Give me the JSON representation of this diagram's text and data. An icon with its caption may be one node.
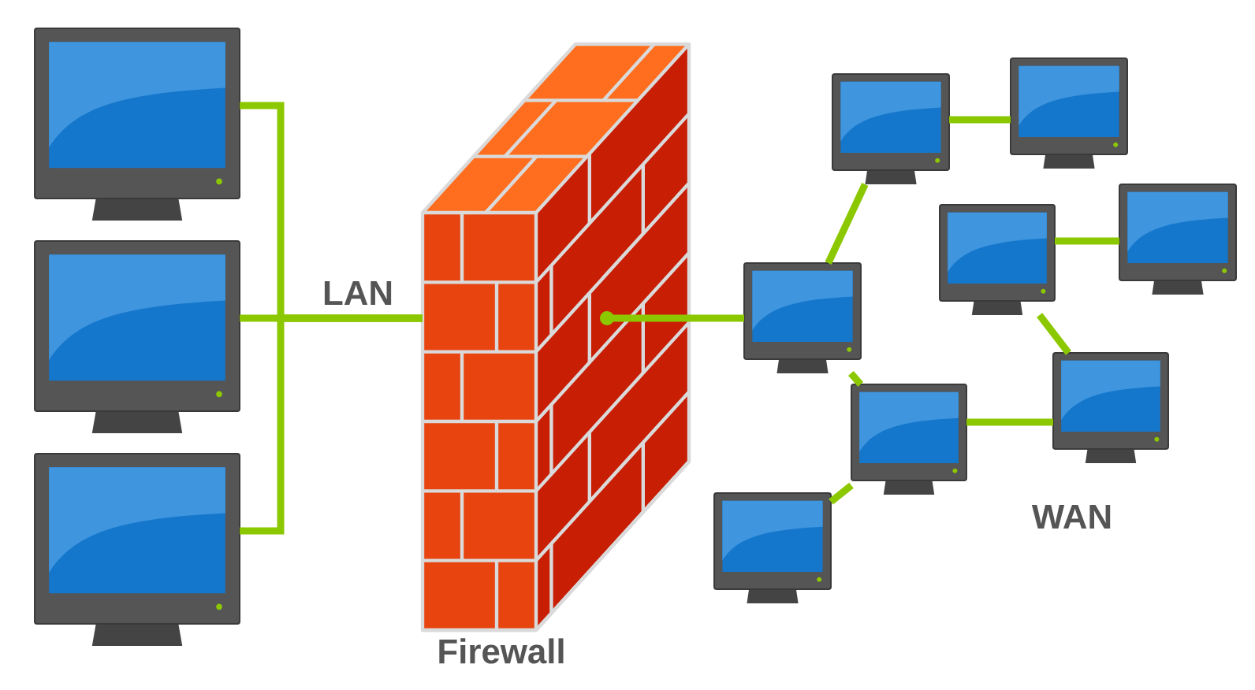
{
  "diagram": {
    "nodes": [
      {
        "text": [],
        "shape": "monitor"
      },
      {
        "text": [],
        "shape": "monitor"
      },
      {
        "text": [],
        "shape": "monitor"
      },
      {
        "text": [
          "Firewall"
        ]
      },
      {
        "text": [],
        "shape": "monitor"
      },
      {
        "text": [],
        "shape": "monitor"
      },
      {
        "text": [],
        "shape": "monitor"
      },
      {
        "text": [],
        "shape": "monitor"
      },
      {
        "text": [],
        "shape": "monitor"
      },
      {
        "text": [],
        "shape": "monitor"
      },
      {
        "text": [],
        "shape": "monitor"
      },
      {
        "text": [],
        "shape": "monitor"
      }
    ],
    "edges": [
      {
        "from": 0,
        "to": 3,
        "arrow": "none"
      },
      {
        "from": 1,
        "to": 3,
        "arrow": "none"
      },
      {
        "from": 2,
        "to": 3,
        "arrow": "none"
      },
      {
        "from": 3,
        "to": 4,
        "arrow": "other"
      },
      {
        "from": 4,
        "to": 5,
        "arrow": "none"
      },
      {
        "from": 5,
        "to": 6,
        "arrow": "none"
      },
      {
        "from": 4,
        "to": 10,
        "arrow": "none"
      },
      {
        "from": 7,
        "to": 8,
        "arrow": "none"
      },
      {
        "from": 7,
        "to": 9,
        "arrow": "none"
      },
      {
        "from": 10,
        "to": 9,
        "arrow": "none"
      },
      {
        "from": 10,
        "to": 11,
        "arrow": "none"
      }
    ],
    "labels": [
      "LAN",
      "WAN"
    ]
  }
}
